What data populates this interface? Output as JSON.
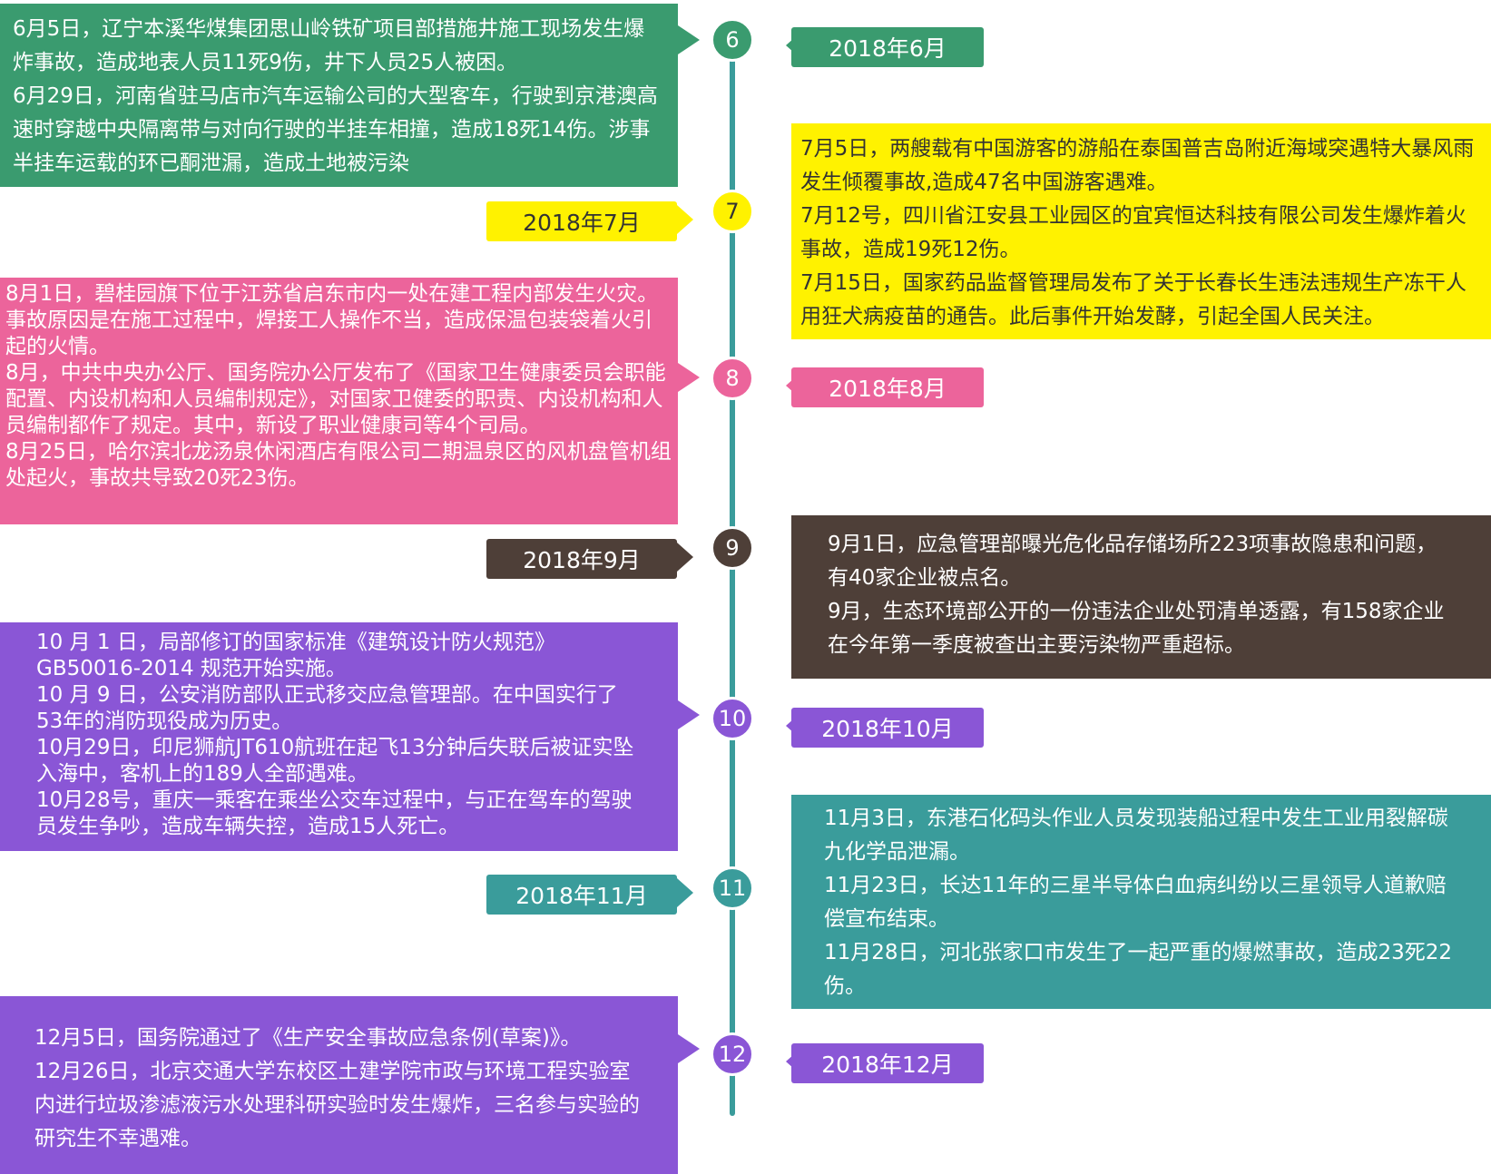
{
  "colors": {
    "axis": "#3a9c9b",
    "green": "#3a9b6f",
    "yellow": "#fff200",
    "pink": "#ec649b",
    "brown": "#4e3f38",
    "purple": "#8a56d6",
    "teal": "#3a9c9b"
  },
  "months": [
    {
      "label": "6",
      "color": "#3a9b6f",
      "text_color": "#ffffff"
    },
    {
      "label": "7",
      "color": "#fff200",
      "text_color": "#333333"
    },
    {
      "label": "8",
      "color": "#ec649b",
      "text_color": "#ffffff"
    },
    {
      "label": "9",
      "color": "#4e3f38",
      "text_color": "#ffffff"
    },
    {
      "label": "10",
      "color": "#8a56d6",
      "text_color": "#ffffff"
    },
    {
      "label": "11",
      "color": "#3a9c9b",
      "text_color": "#ffffff"
    },
    {
      "label": "12",
      "color": "#8a56d6",
      "text_color": "#ffffff"
    }
  ],
  "dates": {
    "jun": "2018年6月",
    "jul": "2018年7月",
    "aug": "2018年8月",
    "sep": "2018年9月",
    "oct": "2018年10月",
    "nov": "2018年11月",
    "dec": "2018年12月"
  },
  "events": {
    "jun": [
      "6月5日，辽宁本溪华煤集团思山岭铁矿项目部措施井施工现场发生爆炸事故，造成地表人员11死9伤，井下人员25人被困。",
      "6月29日，河南省驻马店市汽车运输公司的大型客车，行驶到京港澳高速时穿越中央隔离带与对向行驶的半挂车相撞，造成18死14伤。涉事半挂车运载的环已酮泄漏，造成土地被污染"
    ],
    "jul": [
      "7月5日，两艘载有中国游客的游船在泰国普吉岛附近海域突遇特大暴风雨发生倾覆事故,造成47名中国游客遇难。",
      "7月12号，四川省江安县工业园区的宜宾恒达科技有限公司发生爆炸着火事故，造成19死12伤。",
      "7月15日，国家药品监督管理局发布了关于长春长生违法违规生产冻干人用狂犬病疫苗的通告。此后事件开始发酵，引起全国人民关注。"
    ],
    "aug": [
      "8月1日，碧桂园旗下位于江苏省启东市内一处在建工程内部发生火灾。事故原因是在施工过程中，焊接工人操作不当，造成保温包装袋着火引起的火情。",
      "8月，中共中央办公厅、国务院办公厅发布了《国家卫生健康委员会职能配置、内设机构和人员编制规定》，对国家卫健委的职责、内设机构和人员编制都作了规定。其中，新设了职业健康司等4个司局。",
      "8月25日，哈尔滨北龙汤泉休闲酒店有限公司二期温泉区的风机盘管机组处起火，事故共导致20死23伤。"
    ],
    "sep": [
      "9月1日，应急管理部曝光危化品存储场所223项事故隐患和问题，有40家企业被点名。",
      "9月，生态环境部公开的一份违法企业处罚清单透露，有158家企业在今年第一季度被查出主要污染物严重超标。"
    ],
    "oct": [
      "10 月 1 日，局部修订的国家标准《建筑设计防火规范》GB50016-2014 规范开始实施。",
      "10 月 9 日，公安消防部队正式移交应急管理部。在中国实行了53年的消防现役成为历史。",
      "10月29日，印尼狮航JT610航班在起飞13分钟后失联后被证实坠入海中，客机上的189人全部遇难。",
      "10月28号，重庆一乘客在乘坐公交车过程中，与正在驾车的驾驶员发生争吵，造成车辆失控，造成15人死亡。"
    ],
    "nov": [
      "11月3日，东港石化码头作业人员发现装船过程中发生工业用裂解碳九化学品泄漏。",
      "11月23日，长达11年的三星半导体白血病纠纷以三星领导人道歉赔偿宣布结束。",
      "11月28日，河北张家口市发生了一起严重的爆燃事故，造成23死22伤。"
    ],
    "dec": [
      "12月5日，国务院通过了《生产安全事故应急条例(草案)》。",
      "12月26日，北京交通大学东校区土建学院市政与环境工程实验室内进行垃圾渗滤液污水处理科研实验时发生爆炸，三名参与实验的研究生不幸遇难。"
    ]
  }
}
